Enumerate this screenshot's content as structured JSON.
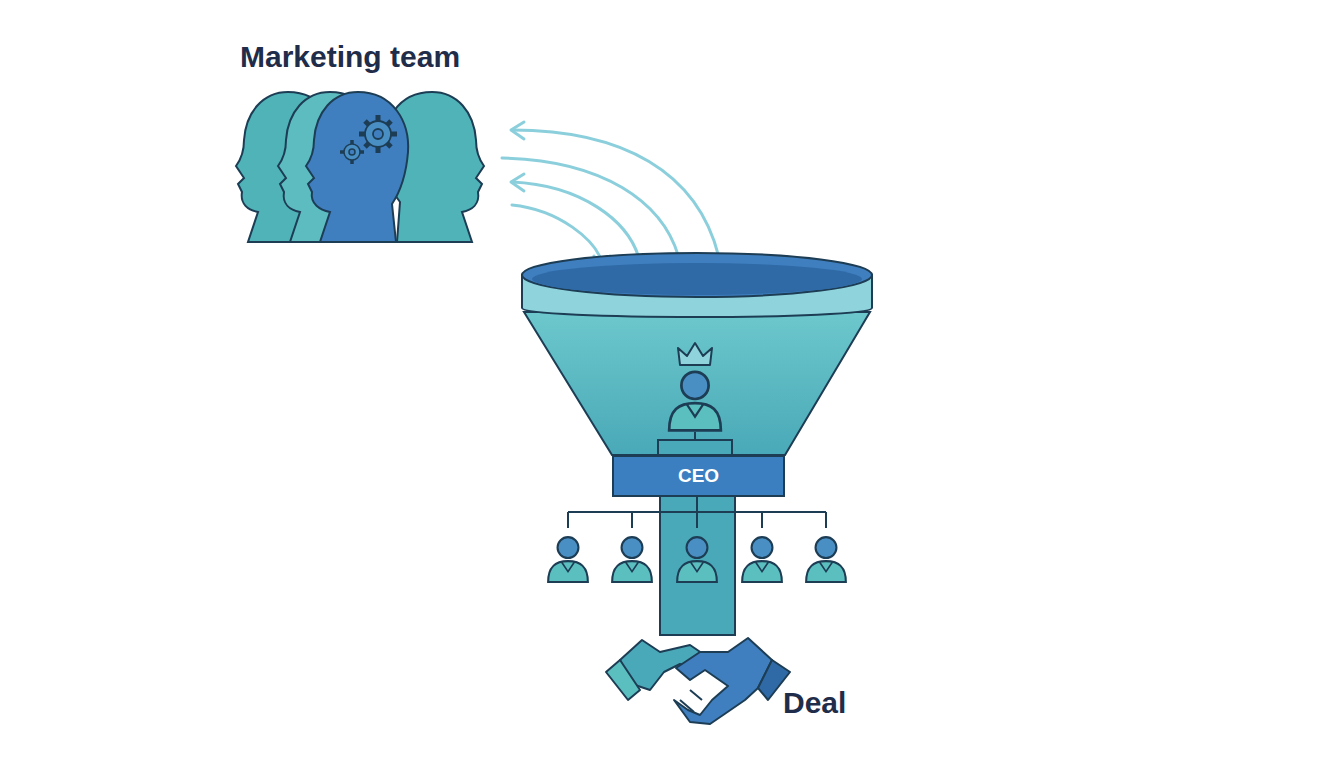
{
  "diagram": {
    "nodes": [
      {
        "text": [
          "Marketing team"
        ]
      },
      {
        "text": [
          "CEO"
        ]
      }
    ],
    "labels": [
      "Deal"
    ]
  }
}
